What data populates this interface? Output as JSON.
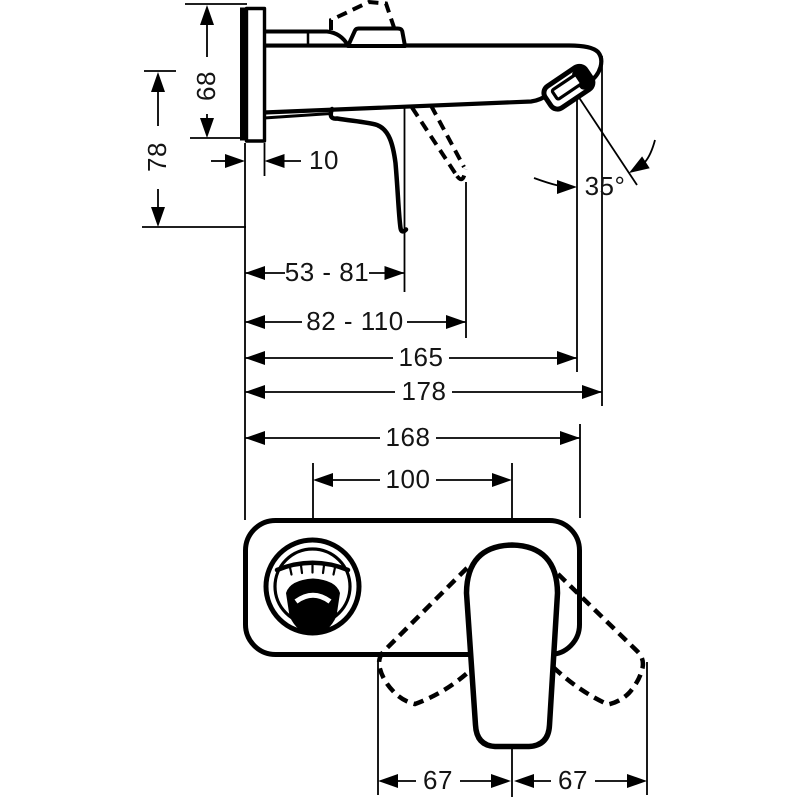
{
  "drawing": {
    "type": "technical-dimension-drawing",
    "subject": "wall-mounted single-lever basin mixer, side view and front view",
    "colors": {
      "line": "#000000",
      "background": "#ffffff",
      "text": "#141414"
    }
  },
  "side_view": {
    "dims": {
      "plate_height": "68",
      "drop_height": "78",
      "plate_depth": "10",
      "handle_range": "53 - 81",
      "handle_swing_range": "82 - 110",
      "outlet_projection": "165",
      "overall_projection": "178",
      "outlet_angle": "35°"
    }
  },
  "front_view": {
    "dims": {
      "plate_width": "168",
      "centre_distance": "100",
      "handle_swing_left": "67",
      "handle_swing_right": "67"
    }
  }
}
